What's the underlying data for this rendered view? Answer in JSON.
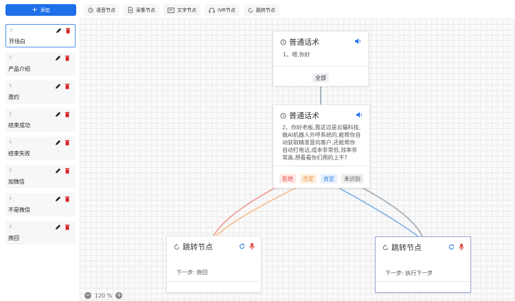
{
  "toolbar": {
    "add_label": "添加",
    "chips": [
      {
        "label": "语音节点",
        "icon": "voice-node-icon"
      },
      {
        "label": "采集节点",
        "icon": "collect-node-icon"
      },
      {
        "label": "文字节点",
        "icon": "text-node-icon"
      },
      {
        "label": "IVR节点",
        "icon": "ivr-node-icon"
      },
      {
        "label": "跳转节点",
        "icon": "jump-node-icon"
      }
    ]
  },
  "sidebar": {
    "items": [
      {
        "label": "开场白",
        "active": true
      },
      {
        "label": "产品介绍"
      },
      {
        "label": "邀约"
      },
      {
        "label": "结束成功"
      },
      {
        "label": "结束失败"
      },
      {
        "label": "加微信"
      },
      {
        "label": "不是微信"
      },
      {
        "label": "挽回"
      }
    ]
  },
  "nodes": {
    "node1": {
      "title": "普通话术",
      "body": "1、喂,你好",
      "tag": "全部"
    },
    "node2": {
      "title": "普通话术",
      "body_lines": [
        "2、你好老板,我这边是云蝠科技,",
        "做AI机器人外呼系统的,能帮你自",
        "动获取精准意向客户,还能帮你",
        "自动打电话,成本非常低,效率非",
        "常高,想看看你们用的上不?"
      ],
      "tags": [
        {
          "label": "拒绝",
          "color": "#e0504a",
          "bg": "#fde8e6"
        },
        {
          "label": "否定",
          "color": "#e8903a",
          "bg": "#fdf0e0"
        },
        {
          "label": "肯定",
          "color": "#2f7fd8",
          "bg": "#e6f0fc"
        },
        {
          "label": "未识别",
          "color": "#555555",
          "bg": "#eeeeee"
        }
      ]
    },
    "jump1": {
      "title": "跳转节点",
      "next": "下一步: 挽回"
    },
    "jump2": {
      "title": "跳转节点",
      "next": "下一步: 执行下一步"
    }
  },
  "zoom": {
    "level": "120 %"
  },
  "colors": {
    "accent": "#1e6fe8",
    "edge_red": "#f0a49d",
    "edge_orange": "#f8c49a",
    "edge_blue": "#8fbbe8",
    "edge_gray": "#a8b4bd"
  }
}
